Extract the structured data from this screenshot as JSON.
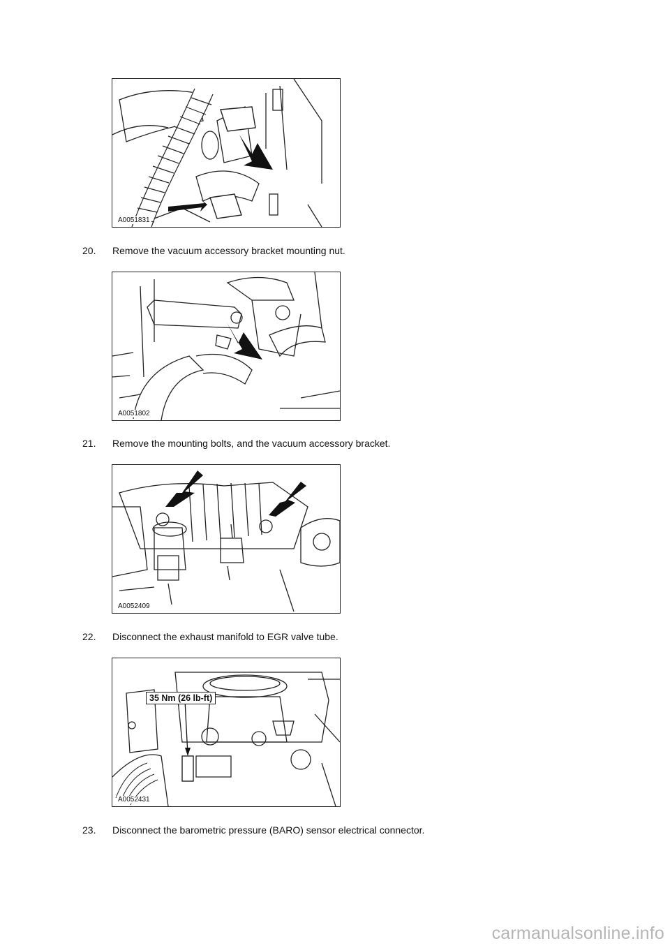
{
  "figures": [
    {
      "id": "A0051831"
    },
    {
      "id": "A0051802"
    },
    {
      "id": "A0052409"
    },
    {
      "id": "A0052431",
      "callout": "35 Nm (26 lb-ft)"
    }
  ],
  "steps": [
    {
      "number": "20.",
      "text": "Remove the vacuum accessory bracket mounting nut."
    },
    {
      "number": "21.",
      "text": "Remove the mounting bolts, and the vacuum accessory bracket."
    },
    {
      "number": "22.",
      "text": "Disconnect the exhaust manifold to EGR valve tube."
    },
    {
      "number": "23.",
      "text": "Disconnect the barometric pressure (BARO) sensor electrical connector."
    }
  ],
  "watermark": "carmanualsonline.info"
}
